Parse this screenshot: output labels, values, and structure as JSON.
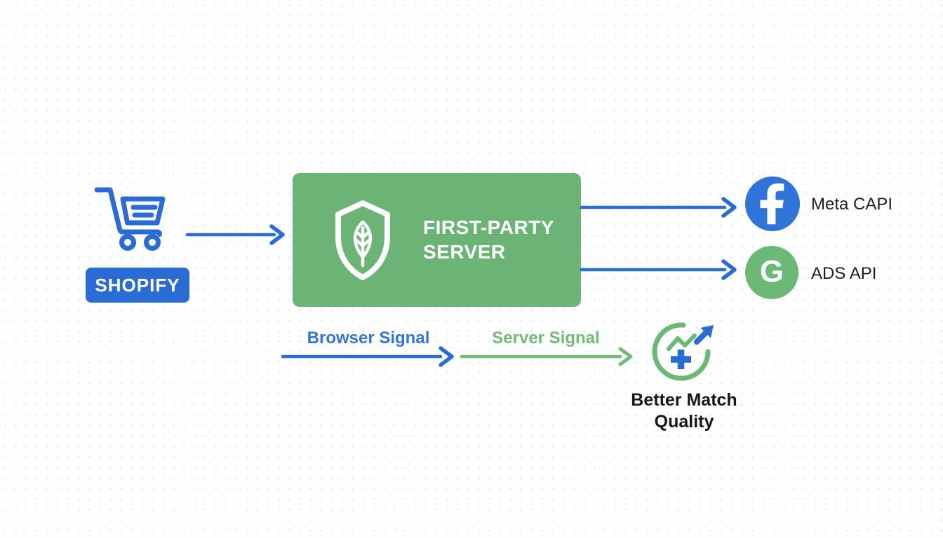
{
  "source": {
    "badge_label": "SHOPIFY",
    "icon": "shopping-cart-icon"
  },
  "server_box": {
    "title_line1": "FIRST-PARTY",
    "title_line2": "SERVER",
    "icon": "shield-leaf-icon"
  },
  "destinations": [
    {
      "label": "Meta CAPI",
      "icon": "facebook-icon"
    },
    {
      "label": "ADS API",
      "icon": "google-icon",
      "glyph": "G"
    }
  ],
  "signals": {
    "browser": {
      "label": "Browser Signal"
    },
    "server": {
      "label": "Server Signal"
    }
  },
  "outcome": {
    "line1": "Better Match",
    "line2": "Quality",
    "icon": "growth-chart-icon"
  },
  "colors": {
    "blue": "#2b6cd4",
    "signal_blue_text": "#3575d6",
    "green_box": "#6bb476",
    "signal_green": "#72bb79",
    "facebook_blue": "#2e74d9",
    "google_green": "#6cb877",
    "text_dark": "#1d1f24",
    "background": "#fefefe"
  }
}
